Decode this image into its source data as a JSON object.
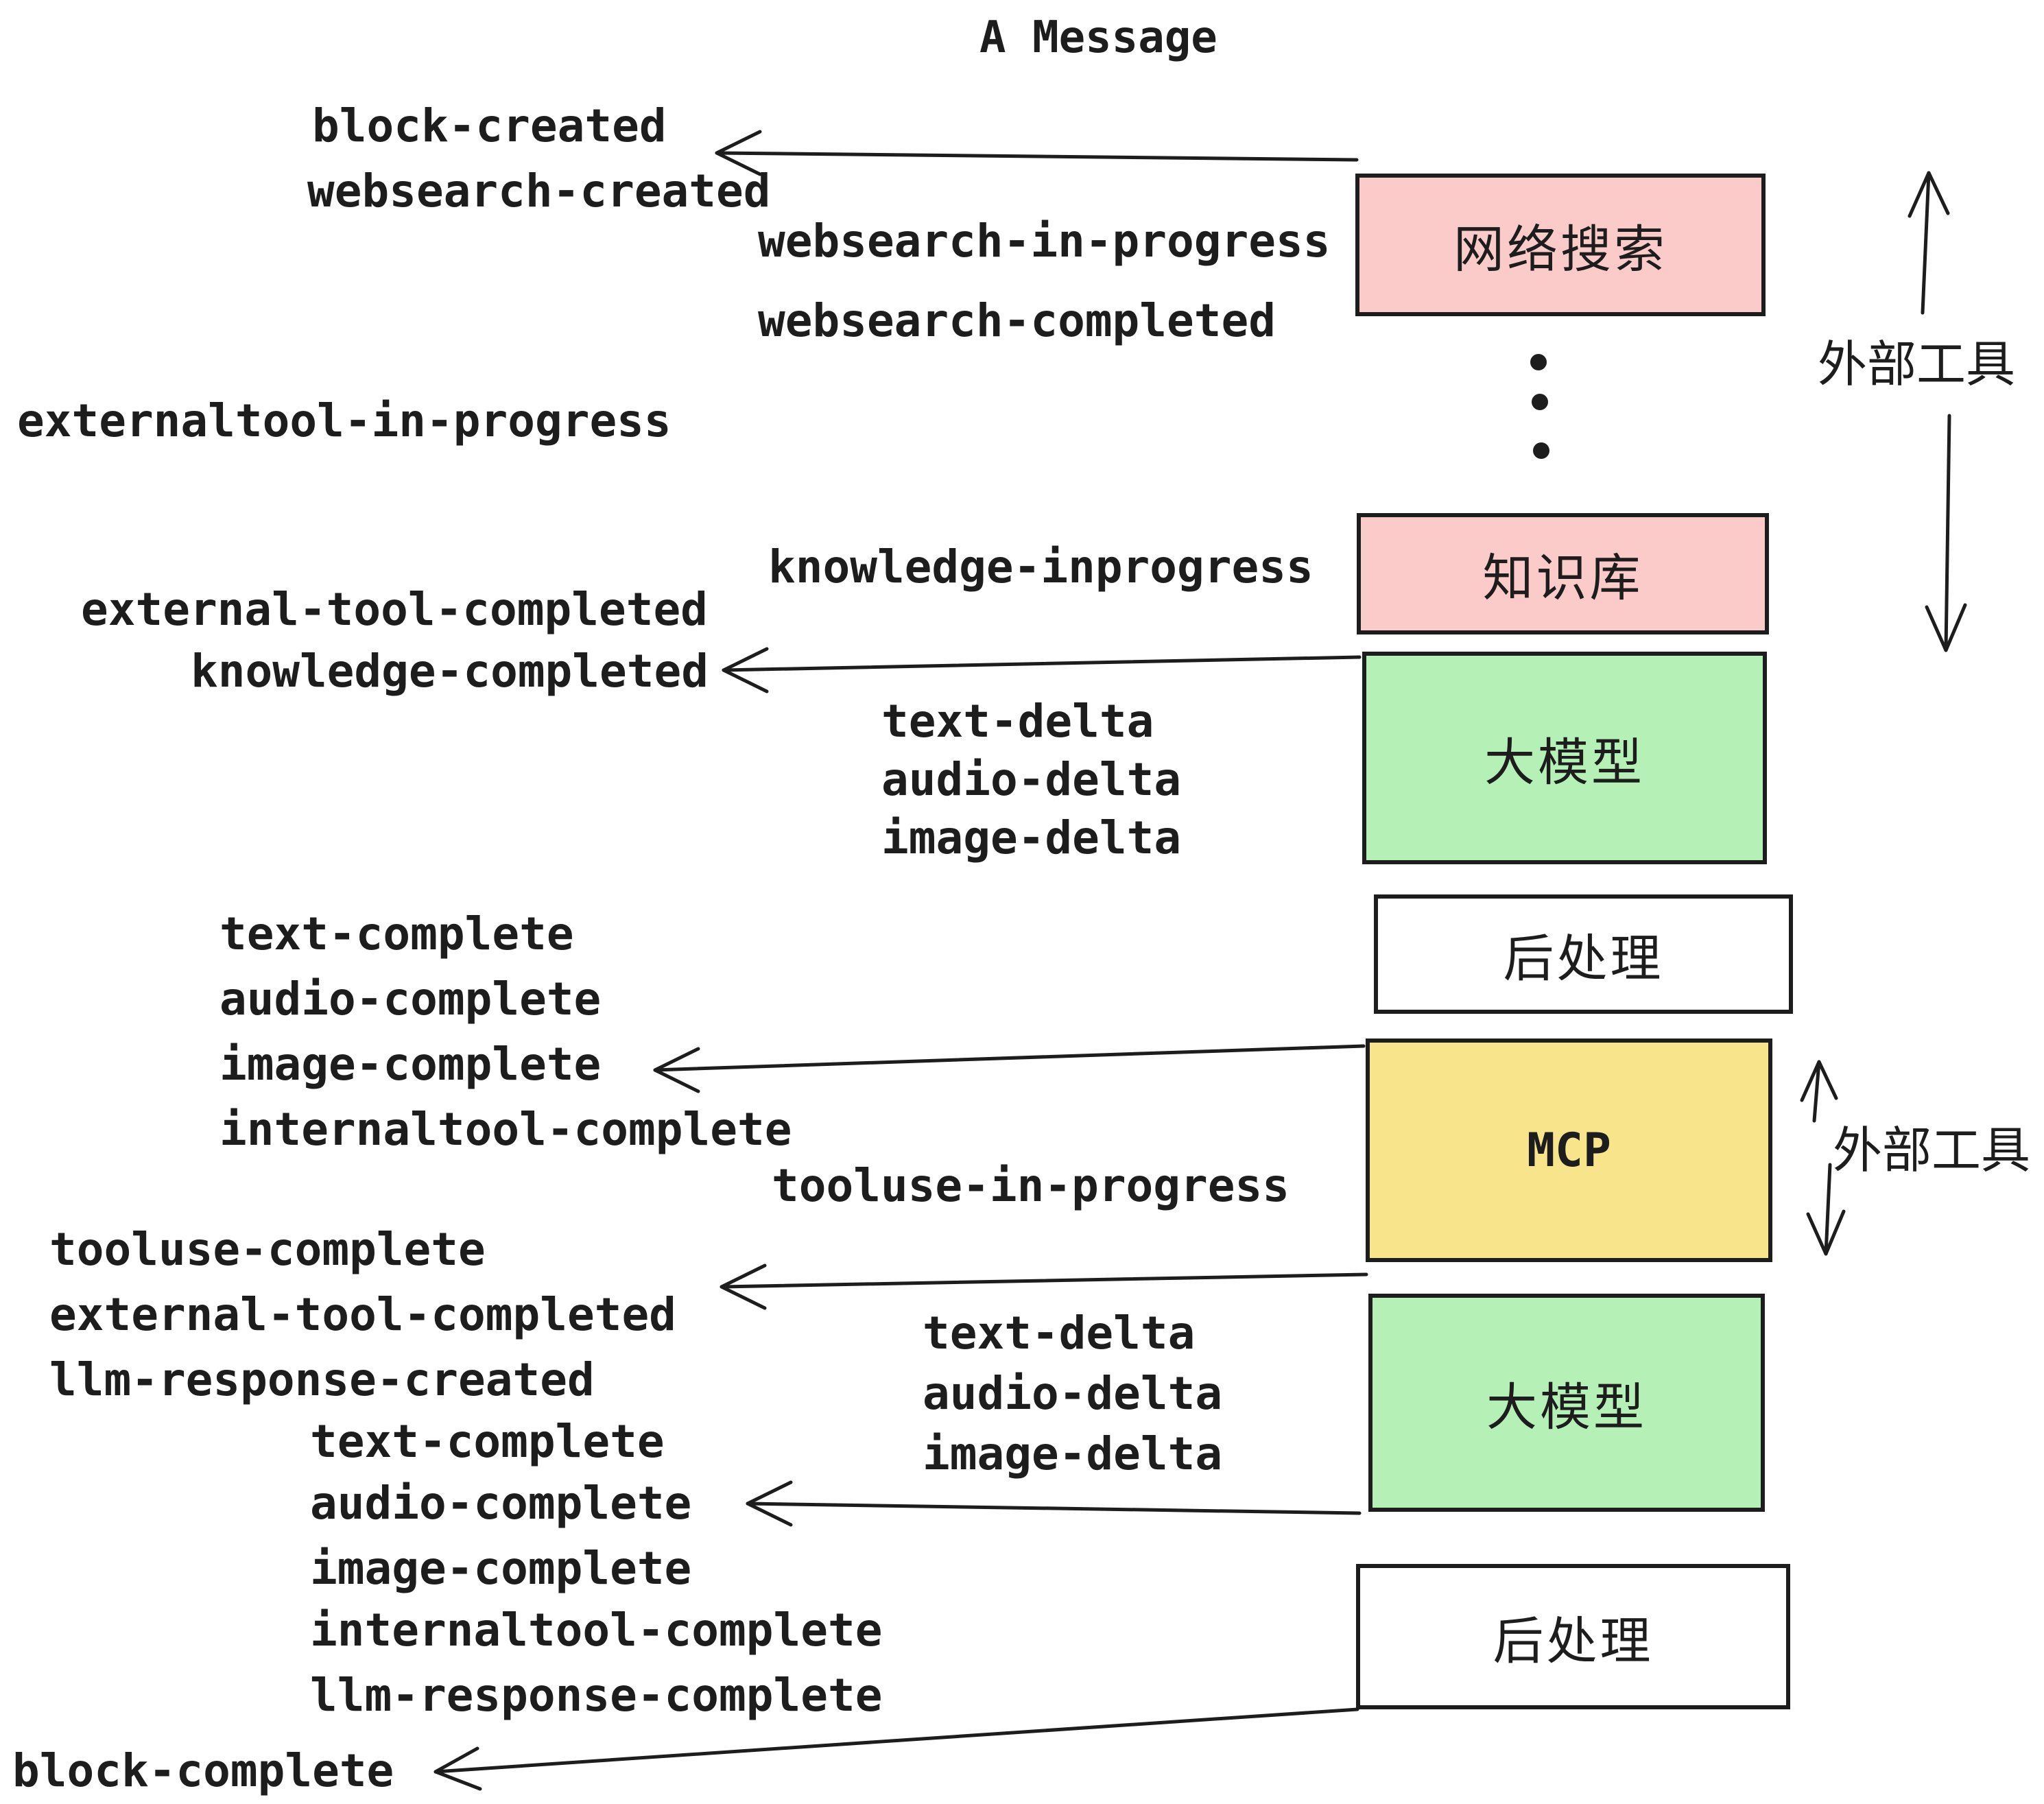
{
  "title": "A Message",
  "colors": {
    "ink": "#1d1d1d",
    "pink": "#fbcbc9",
    "green": "#b5f0b6",
    "yellow": "#f8e48b",
    "white": "#ffffff"
  },
  "boxes": [
    {
      "label": "网络搜索",
      "color": "pink"
    },
    {
      "label": "知识库",
      "color": "pink"
    },
    {
      "label": "大模型",
      "color": "green"
    },
    {
      "label": "后处理",
      "color": "white"
    },
    {
      "label": "MCP",
      "color": "yellow"
    },
    {
      "label": "大模型",
      "color": "green"
    },
    {
      "label": "后处理",
      "color": "white"
    }
  ],
  "annotations": [
    {
      "text": "外部工具"
    },
    {
      "text": "外部工具"
    }
  ],
  "events": [
    {
      "text": "block-created"
    },
    {
      "text": "websearch-created"
    },
    {
      "text": "websearch-in-progress"
    },
    {
      "text": "websearch-completed"
    },
    {
      "text": "externaltool-in-progress"
    },
    {
      "text": "knowledge-inprogress"
    },
    {
      "text": "external-tool-completed"
    },
    {
      "text": "knowledge-completed"
    },
    {
      "text": "text-delta"
    },
    {
      "text": "audio-delta"
    },
    {
      "text": "image-delta"
    },
    {
      "text": "text-complete"
    },
    {
      "text": "audio-complete"
    },
    {
      "text": "image-complete"
    },
    {
      "text": "internaltool-complete"
    },
    {
      "text": "tooluse-in-progress"
    },
    {
      "text": "tooluse-complete"
    },
    {
      "text": "external-tool-completed"
    },
    {
      "text": "llm-response-created"
    },
    {
      "text": "text-complete"
    },
    {
      "text": "audio-complete"
    },
    {
      "text": "image-complete"
    },
    {
      "text": "internaltool-complete"
    },
    {
      "text": "llm-response-complete"
    },
    {
      "text": "block-complete"
    },
    {
      "text": "text-delta"
    },
    {
      "text": "audio-delta"
    },
    {
      "text": "image-delta"
    }
  ]
}
